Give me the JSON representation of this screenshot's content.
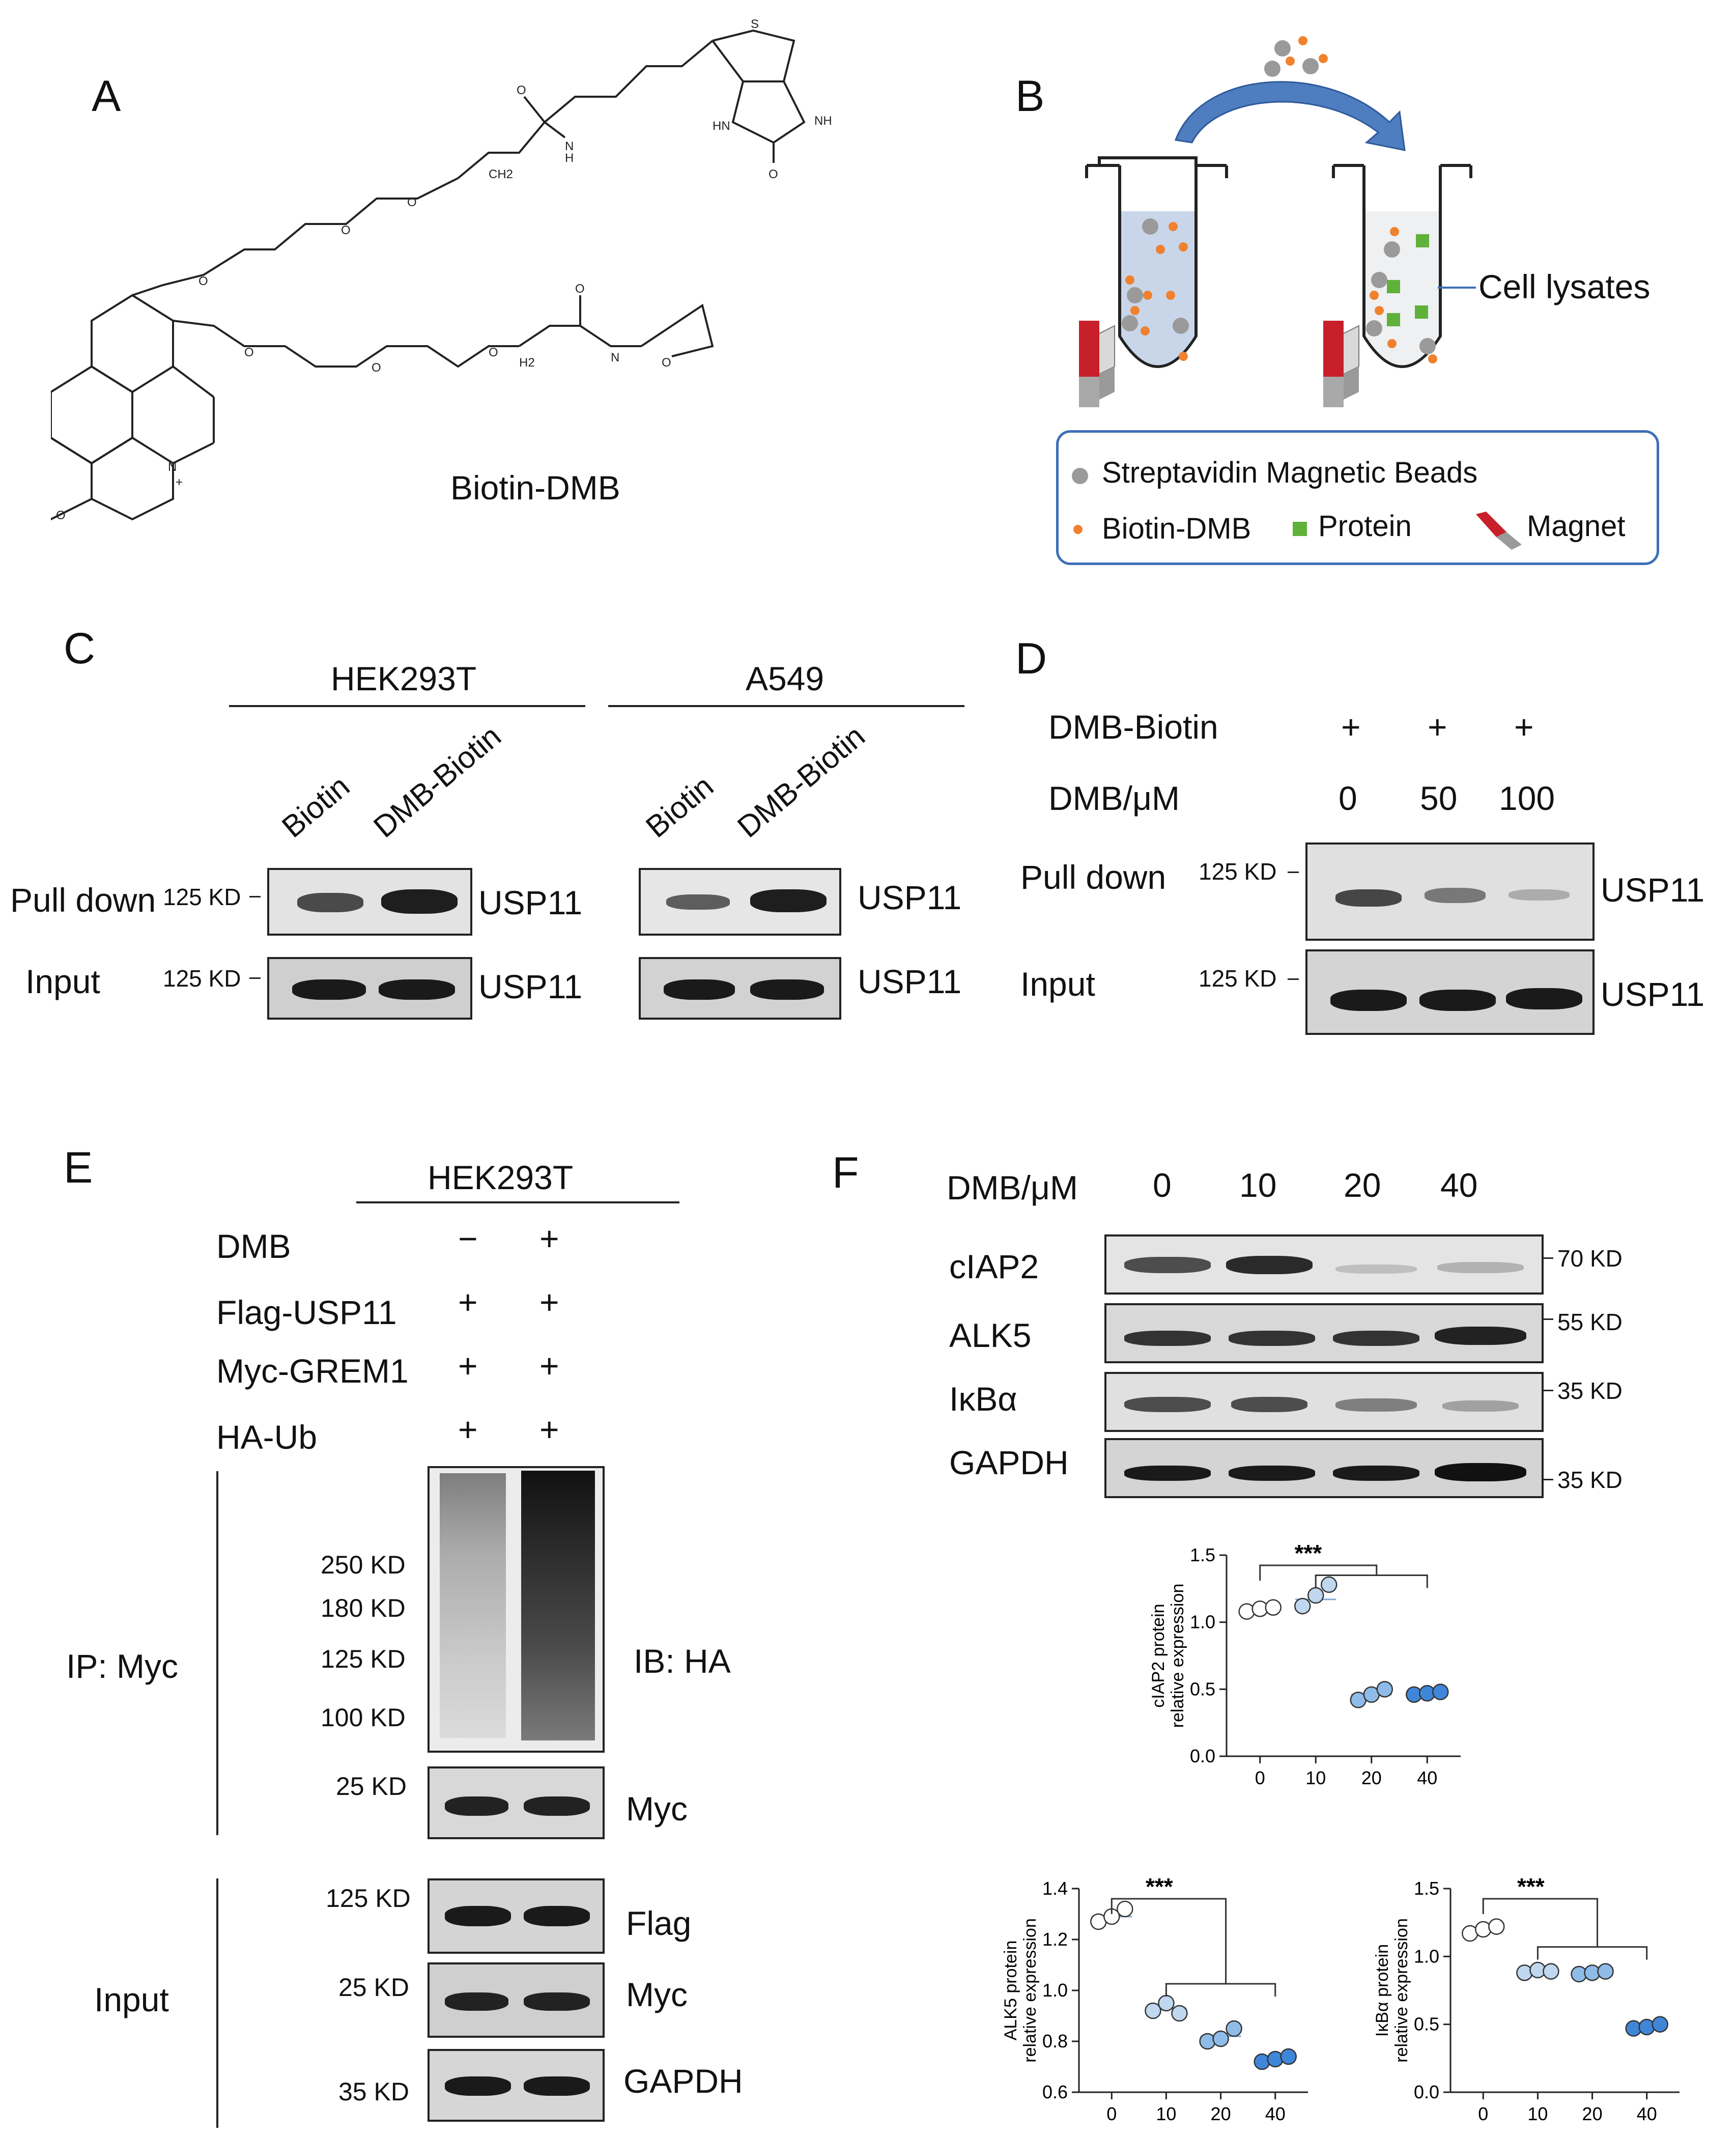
{
  "panels": [
    "A",
    "B",
    "C",
    "D",
    "E",
    "F"
  ],
  "panelA": {
    "caption": "Biotin-DMB",
    "atoms": [
      "S",
      "NH",
      "HN",
      "O",
      "O",
      "N",
      "H",
      "O",
      "CH2",
      "O",
      "O",
      "O",
      "O",
      "O",
      "H2",
      "N",
      "O",
      "O",
      "N",
      "+",
      "O",
      "O"
    ]
  },
  "panelB": {
    "label_lysate": "Cell lysates",
    "legend": {
      "beads": "Streptavidin Magnetic Beads",
      "biotin": "Biotin-DMB",
      "protein": "Protein",
      "magnet": "Magnet"
    },
    "colors": {
      "bead": "#9a9a9a",
      "biotin": "#f0812e",
      "protein": "#5fb13a",
      "magnet": "#c8202a",
      "tube": "#c9d6ea",
      "arrow": "#4f7ec0"
    }
  },
  "panelC": {
    "group1": "HEK293T",
    "group2": "A549",
    "lanes1": [
      "Biotin",
      "DMB-Biotin"
    ],
    "lanes2": [
      "Biotin",
      "DMB-Biotin"
    ],
    "row1": "Pull down",
    "row2": "Input",
    "kd1": "125 KD",
    "kd2": "125 KD",
    "protein": "USP11"
  },
  "panelD": {
    "row_label1": "DMB-Biotin",
    "row_label2": "DMB/μM",
    "plus": [
      "+",
      "+",
      "+"
    ],
    "doses": [
      "0",
      "50",
      "100"
    ],
    "row1": "Pull down",
    "row2": "Input",
    "kd1": "125 KD",
    "kd2": "125 KD",
    "protein": "USP11"
  },
  "panelE": {
    "cell": "HEK293T",
    "conditions": [
      {
        "name": "DMB",
        "values": [
          "−",
          "+"
        ]
      },
      {
        "name": "Flag-USP11",
        "values": [
          "+",
          "+"
        ]
      },
      {
        "name": "Myc-GREM1",
        "values": [
          "+",
          "+"
        ]
      },
      {
        "name": "HA-Ub",
        "values": [
          "+",
          "+"
        ]
      }
    ],
    "ip": "IP: Myc",
    "input": "Input",
    "ip_kd": [
      "250 KD",
      "180 KD",
      "125 KD",
      "100 KD"
    ],
    "ib": "IB: HA",
    "myc_kd": "25 KD",
    "myc": "Myc",
    "input_rows": [
      {
        "kd": "125 KD",
        "name": "Flag"
      },
      {
        "kd": "25 KD",
        "name": "Myc"
      },
      {
        "kd": "35 KD",
        "name": "GAPDH"
      }
    ]
  },
  "panelF": {
    "dose_label": "DMB/μM",
    "doses": [
      "0",
      "10",
      "20",
      "40"
    ],
    "rows": [
      {
        "name": "cIAP2",
        "kd": "70 KD"
      },
      {
        "name": "ALK5",
        "kd": "55 KD"
      },
      {
        "name": "IκBα",
        "kd": "35 KD"
      },
      {
        "name": "GAPDH",
        "kd": "35 KD"
      }
    ]
  },
  "chart_data": [
    {
      "type": "scatter",
      "ylabel": "cIAP2 protein\nrelative expression",
      "ylabel_lines": [
        "cIAP2 protein",
        "relative expression"
      ],
      "categories": [
        "0",
        "10",
        "20",
        "40"
      ],
      "yticks": [
        "0.0",
        "0.5",
        "1.0",
        "1.5"
      ],
      "ylim": [
        0,
        1.5
      ],
      "significance": "***",
      "points": [
        [
          1.08,
          1.1,
          1.11
        ],
        [
          1.12,
          1.2,
          1.28
        ],
        [
          0.42,
          0.46,
          0.5
        ],
        [
          0.46,
          0.47,
          0.48
        ]
      ],
      "means": [
        1.1,
        1.17,
        0.46,
        0.47
      ],
      "colors": [
        "#ffffff",
        "#bfd7ef",
        "#8fbbe8",
        "#3f86d9"
      ]
    },
    {
      "type": "scatter",
      "ylabel": "ALK5 protein\nrelative expression",
      "ylabel_lines": [
        "ALK5 protein",
        "relative expression"
      ],
      "categories": [
        "0",
        "10",
        "20",
        "40"
      ],
      "yticks": [
        "0.6",
        "0.8",
        "1.0",
        "1.2",
        "1.4"
      ],
      "ylim": [
        0.6,
        1.4
      ],
      "significance": "***",
      "points": [
        [
          1.27,
          1.29,
          1.32
        ],
        [
          0.92,
          0.95,
          0.91
        ],
        [
          0.8,
          0.81,
          0.85
        ],
        [
          0.72,
          0.73,
          0.74
        ]
      ],
      "means": [
        1.29,
        0.93,
        0.82,
        0.73
      ],
      "colors": [
        "#ffffff",
        "#bfd7ef",
        "#8fbbe8",
        "#3f86d9"
      ]
    },
    {
      "type": "scatter",
      "ylabel": "IκBα protein\nrelative expression",
      "ylabel_lines": [
        "IκBα protein",
        "relative expression"
      ],
      "categories": [
        "0",
        "10",
        "20",
        "40"
      ],
      "yticks": [
        "0.0",
        "0.5",
        "1.0",
        "1.5"
      ],
      "ylim": [
        0,
        1.5
      ],
      "significance": "***",
      "points": [
        [
          1.17,
          1.2,
          1.22
        ],
        [
          0.88,
          0.9,
          0.89
        ],
        [
          0.87,
          0.88,
          0.89
        ],
        [
          0.47,
          0.48,
          0.5
        ]
      ],
      "means": [
        1.2,
        0.89,
        0.88,
        0.48
      ],
      "colors": [
        "#ffffff",
        "#bfd7ef",
        "#8fbbe8",
        "#3f86d9"
      ]
    }
  ]
}
